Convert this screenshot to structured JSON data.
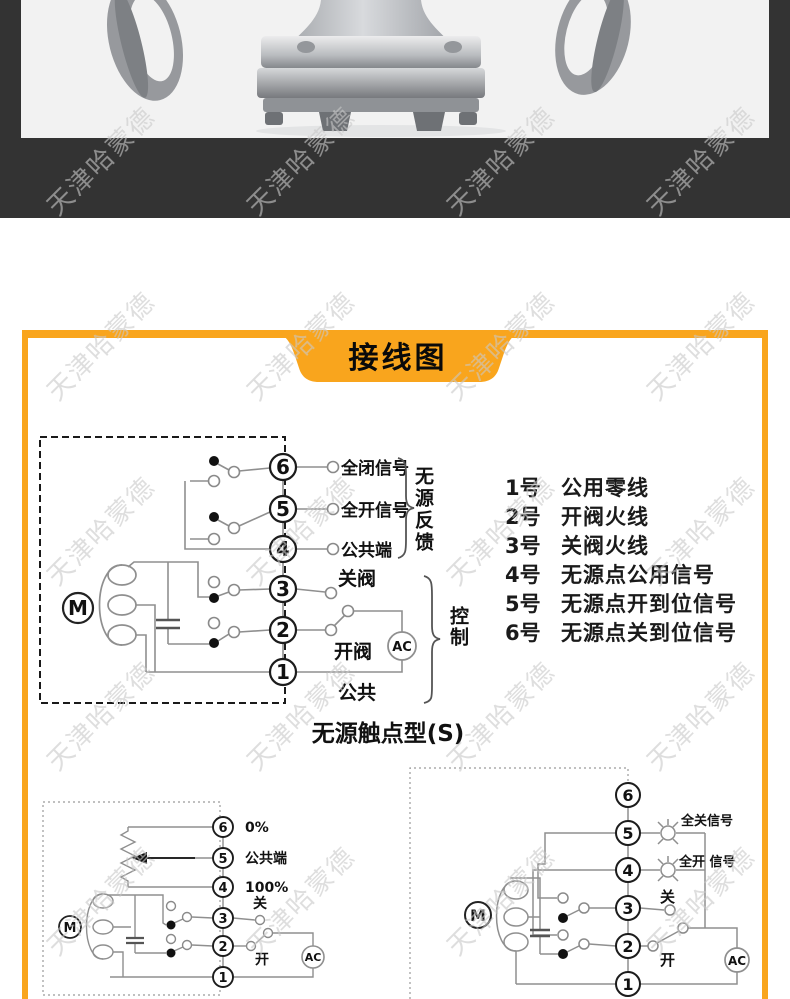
{
  "page": {
    "title_tab": "接线图"
  },
  "colors": {
    "accent": "#F9A51D",
    "dark_band": "#333333",
    "photo_bg": "#F2F2F2"
  },
  "watermark": {
    "text": "天津哈蒙德"
  },
  "top_diagram": {
    "motor_label": "M",
    "ac_label": "AC",
    "terminals": [
      "6",
      "5",
      "4",
      "3",
      "2",
      "1"
    ],
    "terminal_labels": [
      "全闭信号",
      "全开信号",
      "公共端",
      "关阀",
      "开阀",
      "公共"
    ],
    "brace_feedback": "无源反馈",
    "brace_control": "控制",
    "caption": "无源触点型(S)"
  },
  "legend": {
    "items": [
      {
        "no": "1号",
        "desc": "公用零线"
      },
      {
        "no": "2号",
        "desc": "开阀火线"
      },
      {
        "no": "3号",
        "desc": "关阀火线"
      },
      {
        "no": "4号",
        "desc": "无源点公用信号"
      },
      {
        "no": "5号",
        "desc": "无源点开到位信号"
      },
      {
        "no": "6号",
        "desc": "无源点关到位信号"
      }
    ]
  },
  "bottom_left_diagram": {
    "motor_label": "M",
    "ac_label": "AC",
    "terminals": [
      "6",
      "5",
      "4",
      "3",
      "2",
      "1"
    ],
    "labels": [
      "0%",
      "公共端",
      "100%",
      "关",
      "开"
    ]
  },
  "bottom_right_diagram": {
    "motor_label": "M",
    "ac_label": "AC",
    "terminals": [
      "6",
      "5",
      "4",
      "3",
      "2",
      "1"
    ],
    "labels": {
      "t5": "全关信号",
      "t4": "全开 信号",
      "t3": "关",
      "t2": "开"
    }
  }
}
